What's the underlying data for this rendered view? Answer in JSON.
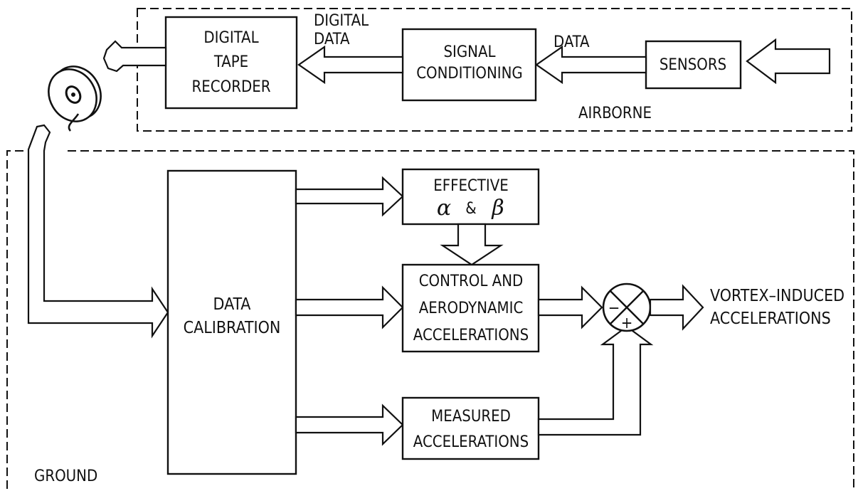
{
  "regions": {
    "airborne": "AIRBORNE",
    "ground": "GROUND"
  },
  "blocks": {
    "sensors": [
      "SENSORS"
    ],
    "signal_conditioning": [
      "SIGNAL",
      "CONDITIONING"
    ],
    "digital_tape_recorder": [
      "DIGITAL",
      "TAPE",
      "RECORDER"
    ],
    "data_calibration": [
      "DATA",
      "CALIBRATION"
    ],
    "effective": {
      "line1": "EFFECTIVE",
      "alpha": "α",
      "amp": "&",
      "beta": "β"
    },
    "control_aero": [
      "CONTROL AND",
      "AERODYNAMIC",
      "ACCELERATIONS"
    ],
    "measured": [
      "MEASURED",
      "ACCELERATIONS"
    ]
  },
  "flow_labels": {
    "data": "DATA",
    "digital_data": [
      "DIGITAL",
      "DATA"
    ]
  },
  "summing_junction": {
    "minus": "−",
    "plus": "+"
  },
  "output": [
    "VORTEX–INDUCED",
    "ACCELERATIONS"
  ],
  "icons": {
    "tape_reel": "tape-reel-icon"
  }
}
